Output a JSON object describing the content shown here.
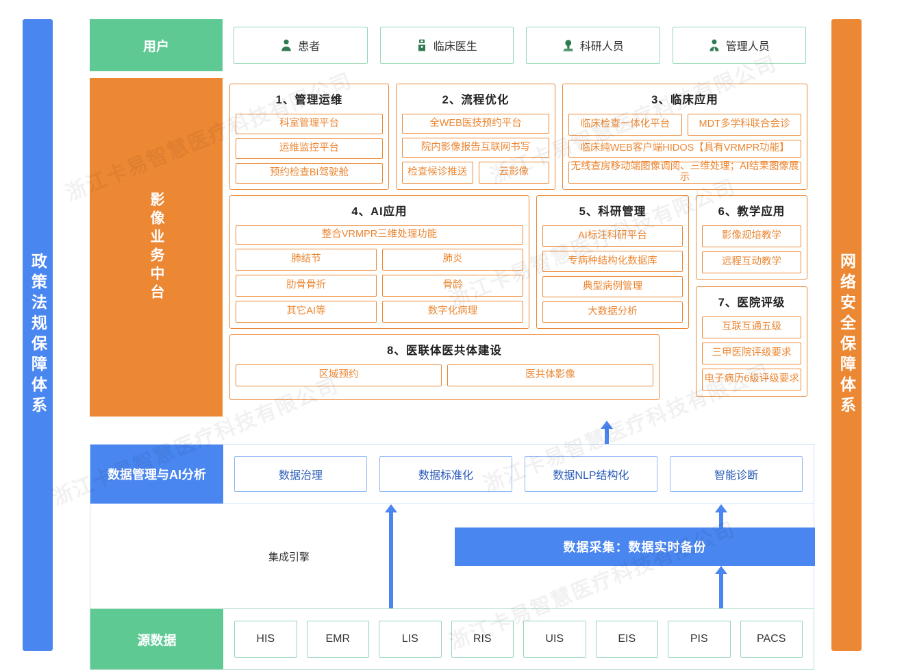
{
  "side_bars": {
    "left": {
      "label": "政策法规保障体系",
      "color": "#4A86F0"
    },
    "right": {
      "label": "网络安全保障体系",
      "color": "#EC8733"
    }
  },
  "user_row": {
    "label": "用户",
    "color": "#5FC994",
    "items": [
      {
        "label": "患者",
        "icon": "patient-icon"
      },
      {
        "label": "临床医生",
        "icon": "doctor-icon"
      },
      {
        "label": "科研人员",
        "icon": "microscope-icon"
      },
      {
        "label": "管理人员",
        "icon": "manager-icon"
      }
    ]
  },
  "middle_platform": {
    "label": "影像业务中台",
    "color": "#EC8733",
    "groups": [
      {
        "title": "1、管理运维",
        "rows": [
          [
            "科室管理平台"
          ],
          [
            "运维监控平台"
          ],
          [
            "预约检查BI驾驶舱"
          ]
        ]
      },
      {
        "title": "2、流程优化",
        "rows": [
          [
            "全WEB医技预约平台"
          ],
          [
            "院内影像报告互联网书写"
          ],
          [
            "检查候诊推送",
            "云影像"
          ]
        ]
      },
      {
        "title": "3、临床应用",
        "rows": [
          [
            "临床检查一体化平台",
            "MDT多学科联合会诊"
          ],
          [
            "临床纯WEB客户端HIDOS【具有VRMPR功能】"
          ],
          [
            "无线查房移动端图像调阅、三维处理；AI结果图像展示"
          ]
        ]
      },
      {
        "title": "4、AI应用",
        "rows": [
          [
            "整合VRMPR三维处理功能"
          ],
          [
            "肺结节",
            "肺炎"
          ],
          [
            "肋骨骨折",
            "骨龄"
          ],
          [
            "其它AI等",
            "数字化病理"
          ]
        ]
      },
      {
        "title": "5、科研管理",
        "rows": [
          [
            "AI标注科研平台"
          ],
          [
            "专病种结构化数据库"
          ],
          [
            "典型病例管理"
          ],
          [
            "大数据分析"
          ]
        ]
      },
      {
        "title": "6、教学应用",
        "rows": [
          [
            "影像规培教学"
          ],
          [
            "远程互动教学"
          ]
        ]
      },
      {
        "title": "7、医院评级",
        "rows": [
          [
            "互联互通五级"
          ],
          [
            "三甲医院评级要求"
          ],
          [
            "电子病历6级评级要求"
          ]
        ]
      },
      {
        "title": "8、医联体医共体建设",
        "rows": [
          [
            "区域预约",
            "医共体影像"
          ]
        ]
      }
    ]
  },
  "data_management": {
    "label": "数据管理与AI分析",
    "color": "#4A86F0",
    "items": [
      "数据治理",
      "数据标准化",
      "数据NLP结构化",
      "智能诊断"
    ]
  },
  "flow": {
    "integration_label": "集成引擎",
    "collection_label": "数据采集：数据实时备份",
    "arrow_color": "#4A86F0"
  },
  "source_data": {
    "label": "源数据",
    "color": "#5FC994",
    "items": [
      "HIS",
      "EMR",
      "LIS",
      "RIS",
      "UIS",
      "EIS",
      "PIS",
      "PACS"
    ]
  },
  "watermark": {
    "text": "浙江卡易智慧医疗科技有限公司"
  }
}
